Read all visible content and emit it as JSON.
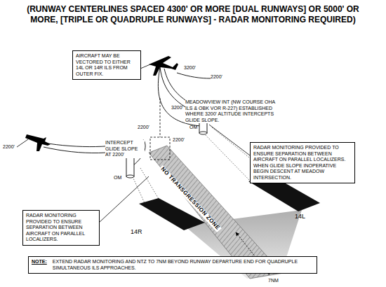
{
  "diagram": {
    "title": "(RUNWAY CENTERLINES SPACED 4300' OR MORE [DUAL RUNWAYS] OR 5000' OR MORE, [TRIPLE OR QUADRUPLE RUNWAYS] - RADAR MONITORING REQUIRED)",
    "nodes": [
      {
        "text": [
          "AIRCRAFT MAY BE VECTORED TO EITHER 14L OR 14R ILS FROM OUTER FIX."
        ]
      },
      {
        "text": [
          "RADAR MONITORING PROVIDED TO ENSURE SEPARATION BETWEEN AIRCRAFT ON PARALLEL LOCALIZERS. WHEN GLIDE SLOPE INOPERATIVE BEGIN DESCENT AT MEADOW INTERSECTION."
        ]
      },
      {
        "text": [
          "RADAR MONITORING PROVIDED TO ENSURE SEPARATION BETWEEN AIRCRAFT ON PARALLEL LOCALIZERS."
        ]
      },
      {
        "text": [
          "NOTE:",
          "EXTEND RADAR MONITORING AND NTZ TO 7NM BEYOND RUNWAY DEPARTURE END FOR QUADRUPLE SIMULTANEOUS ILS APPROACHES."
        ]
      }
    ],
    "labels": [
      "3200'",
      "2200'",
      "2200'",
      "MEADOWVIEW INT (NW COURSE OHA ILS & OBK VOR R-227) ESTABLISHED WHERE 3200' ALTITUDE INTERCEPTS GLIDE SLOPE.",
      "3200'",
      "2200'",
      "2200'",
      "INTERCEPT GLIDE SLOPE AT 2200'",
      "OM",
      "OM",
      "NO TRANSGRESSION ZONE",
      "14R",
      "14L",
      "7NM"
    ]
  }
}
